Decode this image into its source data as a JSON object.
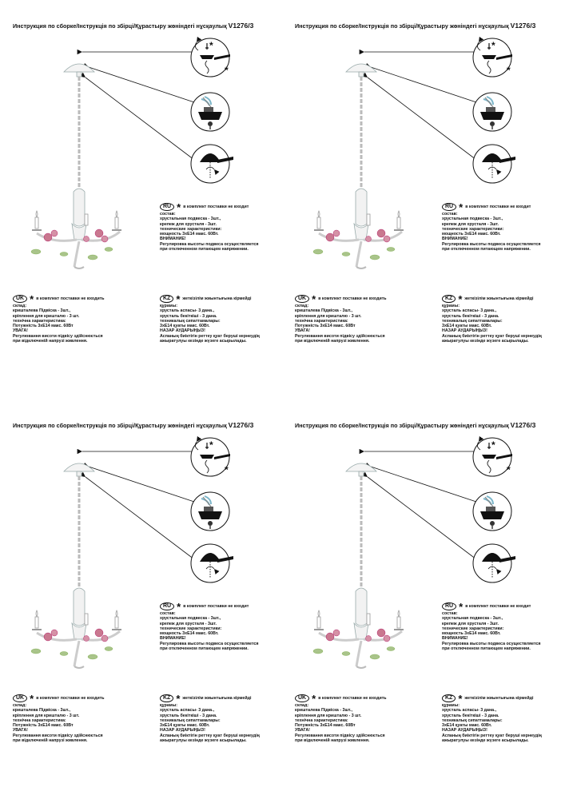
{
  "title": "Инструкция по сборке/Інструкція по збірці/Құрастыру жөніндегі нұсқаулық",
  "model": "V1276/3",
  "ru": {
    "code": "RU",
    "note": "в комплект поставки не входит",
    "lines": [
      "состав:",
      "хрустальная подвеска - 3шт.,",
      "крепеж для хрусталя - 3шт.",
      "технические характеристики:",
      "мощность 3хЕ14 макс. 60Вт.",
      "ВНИМАНИЕ!",
      "Регулировка высоты подвеса осуществляется",
      "при отключенном питающем напряжении."
    ]
  },
  "uk": {
    "code": "UK",
    "note": "в комплект поставки не входить",
    "lines": [
      "склад:",
      "кришталева Підвіска - 3шт.,",
      "кріплення для кришталю - 3 шт.",
      "технічна характеристика:",
      "Потужність 3хЕ14 макс. 60Вт",
      "УВАГА!",
      "Регулювання висоти підвісу здійснюється",
      "при відключеній напрузі живлення."
    ]
  },
  "kz": {
    "code": "KZ",
    "note": "жеткізілім жиынтығына кірмейді",
    "lines": [
      "құрамы:",
      "хрусталь аспасы- 3 дана.,",
      "хрусталь бекіткіші - 3 дана.",
      "техникалық сипаттамалары:",
      "3хЕ14 қуаты макс. 60Вт.",
      "НАЗАР АУДАРЫҢЫЗ!",
      "Аспаның биіктігін реттеу қуат беруші кернеудің",
      "ажыратулуы кезінде жүзеге асырылады."
    ]
  },
  "star_symbol": "*",
  "colors": {
    "ink": "#111111",
    "rose": "#c9788f",
    "leaf": "#a9c48a"
  }
}
